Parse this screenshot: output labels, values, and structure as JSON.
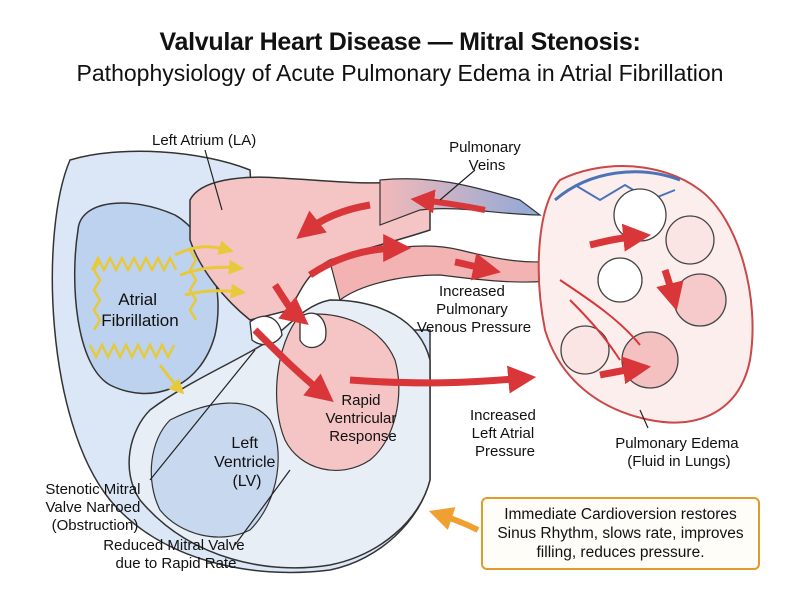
{
  "title": {
    "line1": "Valvular Heart Disease — Mitral Stenosis:",
    "line2": "Pathophysiology of Acute Pulmonary Edema in Atrial Fibrillation"
  },
  "labels": {
    "left_atrium": "Left Atrium (LA)",
    "pulmonary_veins": [
      "Pulmonary",
      "Veins"
    ],
    "atrial_fibrillation": [
      "Atrial",
      "Fibrillation"
    ],
    "increased_pulmonary_venous_pressure": [
      "Increased",
      "Pulmonary",
      "Venous Pressure"
    ],
    "rapid_ventricular_response": [
      "Rapid",
      "Ventricular",
      "Response"
    ],
    "increased_left_atrial_pressure": [
      "Increased",
      "Left Atrial",
      "Pressure"
    ],
    "left_ventricle": [
      "Left",
      "Ventricle",
      "(LV)"
    ],
    "pulmonary_edema": [
      "Pulmonary Edema",
      "(Fluid in Lungs)"
    ],
    "stenotic_mitral_valve": [
      "Stenotic Mitral",
      "Valve Narroed",
      "(Obstruction)"
    ],
    "reduced_mitral_valve": [
      "Reduced Mitral Valve",
      "due to Rapid Rate"
    ]
  },
  "note": {
    "lines": [
      "Immediate Cardioversion restores",
      "Sinus Rhythm, slows rate, improves",
      "filling, reduces pressure."
    ]
  },
  "colors": {
    "blood_red": "#d9363a",
    "atrium_pink": "#f5c4c4",
    "deoxy_blue": "#c8d9ef",
    "vein_blue": "#4a73b8",
    "fibrillation_yellow": "#f0d84a",
    "note_orange": "#e39a2c"
  }
}
